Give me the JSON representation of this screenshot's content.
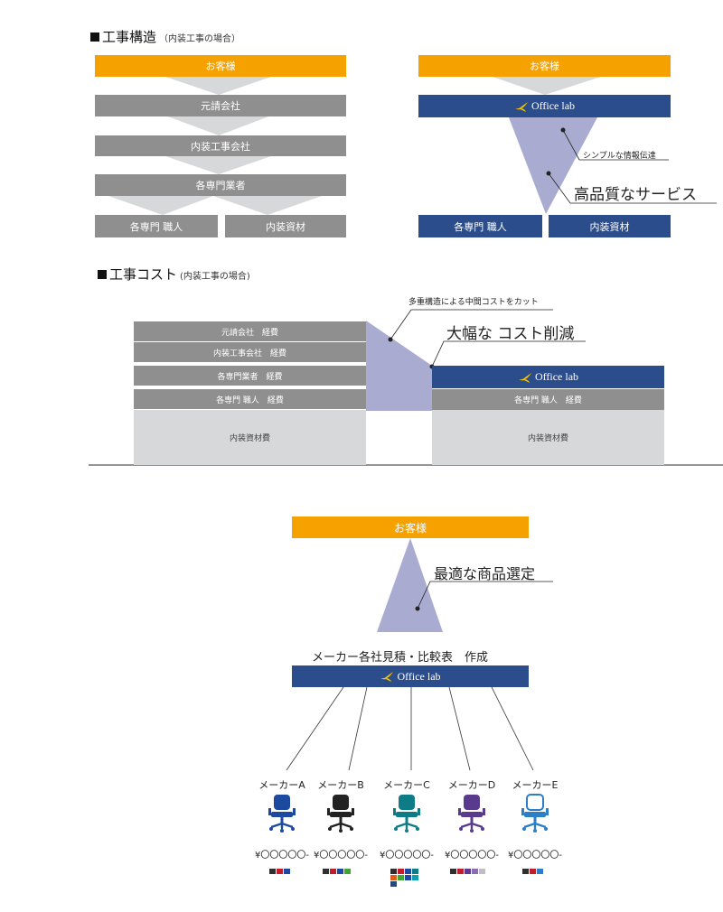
{
  "section1": {
    "title": "工事構造",
    "subtitle": "（内装工事の場合）",
    "left": {
      "customer": "お客様",
      "general_contractor": "元請会社",
      "interior_company": "内装工事会社",
      "specialist": "各専門業者",
      "craftsman": "各専門 職人",
      "materials": "内装資材"
    },
    "right": {
      "customer": "お客様",
      "logo_text": "Office lab",
      "simple_info": "シンプルな情報伝達",
      "quality_service": "高品質なサービス",
      "craftsman": "各専門 職人",
      "materials": "内装資材"
    }
  },
  "section2": {
    "title": "工事コスト",
    "subtitle": "(内装工事の場合)",
    "callout_small": "多重構造による中間コストをカット",
    "callout_big": "大幅な コスト削減",
    "left_rows": [
      "元請会社　経費",
      "内装工事会社　経費",
      "各専門業者　経費",
      "各専門 職人　経費"
    ],
    "left_base": "内装資材費",
    "right_logo_text": "Office lab",
    "right_row": "各専門 職人　経費",
    "right_base": "内装資材費"
  },
  "section3": {
    "customer": "お客様",
    "best_selection": "最適な商品選定",
    "comparison": "メーカー各社見積・比較表　作成",
    "logo_text": "Office lab",
    "makers": [
      {
        "name": "メーカーA",
        "price": "¥〇〇〇〇〇-",
        "chair_color": "#1d4aa0",
        "swatches": [
          "#2f2f2f",
          "#c21e2a",
          "#1d4aa0"
        ]
      },
      {
        "name": "メーカーB",
        "price": "¥〇〇〇〇〇-",
        "chair_color": "#222222",
        "swatches": [
          "#2f2f2f",
          "#c21e2a",
          "#1d4aa0",
          "#3fa535"
        ]
      },
      {
        "name": "メーカーC",
        "price": "¥〇〇〇〇〇-",
        "chair_color": "#0e7c86",
        "swatches": [
          "#2f2f2f",
          "#c21e2a",
          "#1d4aa0",
          "#0e7c86",
          "#e05a1c",
          "#3fa535",
          "#1d4aa0",
          "#0e9fb3",
          "#244a7c"
        ]
      },
      {
        "name": "メーカーD",
        "price": "¥〇〇〇〇〇-",
        "chair_color": "#5a3a8c",
        "swatches": [
          "#2f2f2f",
          "#c21e2a",
          "#5a3a8c",
          "#8a6db0",
          "#bfbfbf"
        ]
      },
      {
        "name": "メーカーE",
        "price": "¥〇〇〇〇〇-",
        "chair_color": "#2a7fc7",
        "swatches": [
          "#2f2f2f",
          "#c21e2a",
          "#2a7fc7"
        ]
      }
    ]
  },
  "colors": {
    "orange": "#f5a200",
    "gray": "#8f8f90",
    "navy": "#2b4d8b",
    "lavender": "#a9acd0",
    "lightgray": "#d7d8d9",
    "logo_yellow": "#f5c400"
  }
}
